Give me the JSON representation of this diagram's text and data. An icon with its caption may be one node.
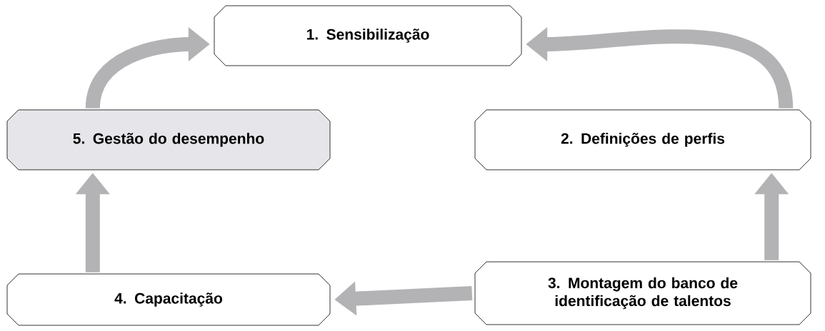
{
  "diagram": {
    "nodes": [
      {
        "text": [
          "1. Sensibilização"
        ]
      },
      {
        "text": [
          "2. Definições de perfis"
        ]
      },
      {
        "text": [
          "3. Montagem do banco de identificação de talentos"
        ]
      },
      {
        "text": [
          "4. Capacitação"
        ]
      },
      {
        "text": [
          "5. Gestão do desempenho"
        ]
      }
    ],
    "edges": [
      {
        "from": 1,
        "to": 0,
        "arrow": "to"
      },
      {
        "from": 2,
        "to": 1,
        "arrow": "to"
      },
      {
        "from": 2,
        "to": 3,
        "arrow": "to"
      },
      {
        "from": 3,
        "to": 4,
        "arrow": "to"
      },
      {
        "from": 4,
        "to": 0,
        "arrow": "to"
      }
    ]
  }
}
